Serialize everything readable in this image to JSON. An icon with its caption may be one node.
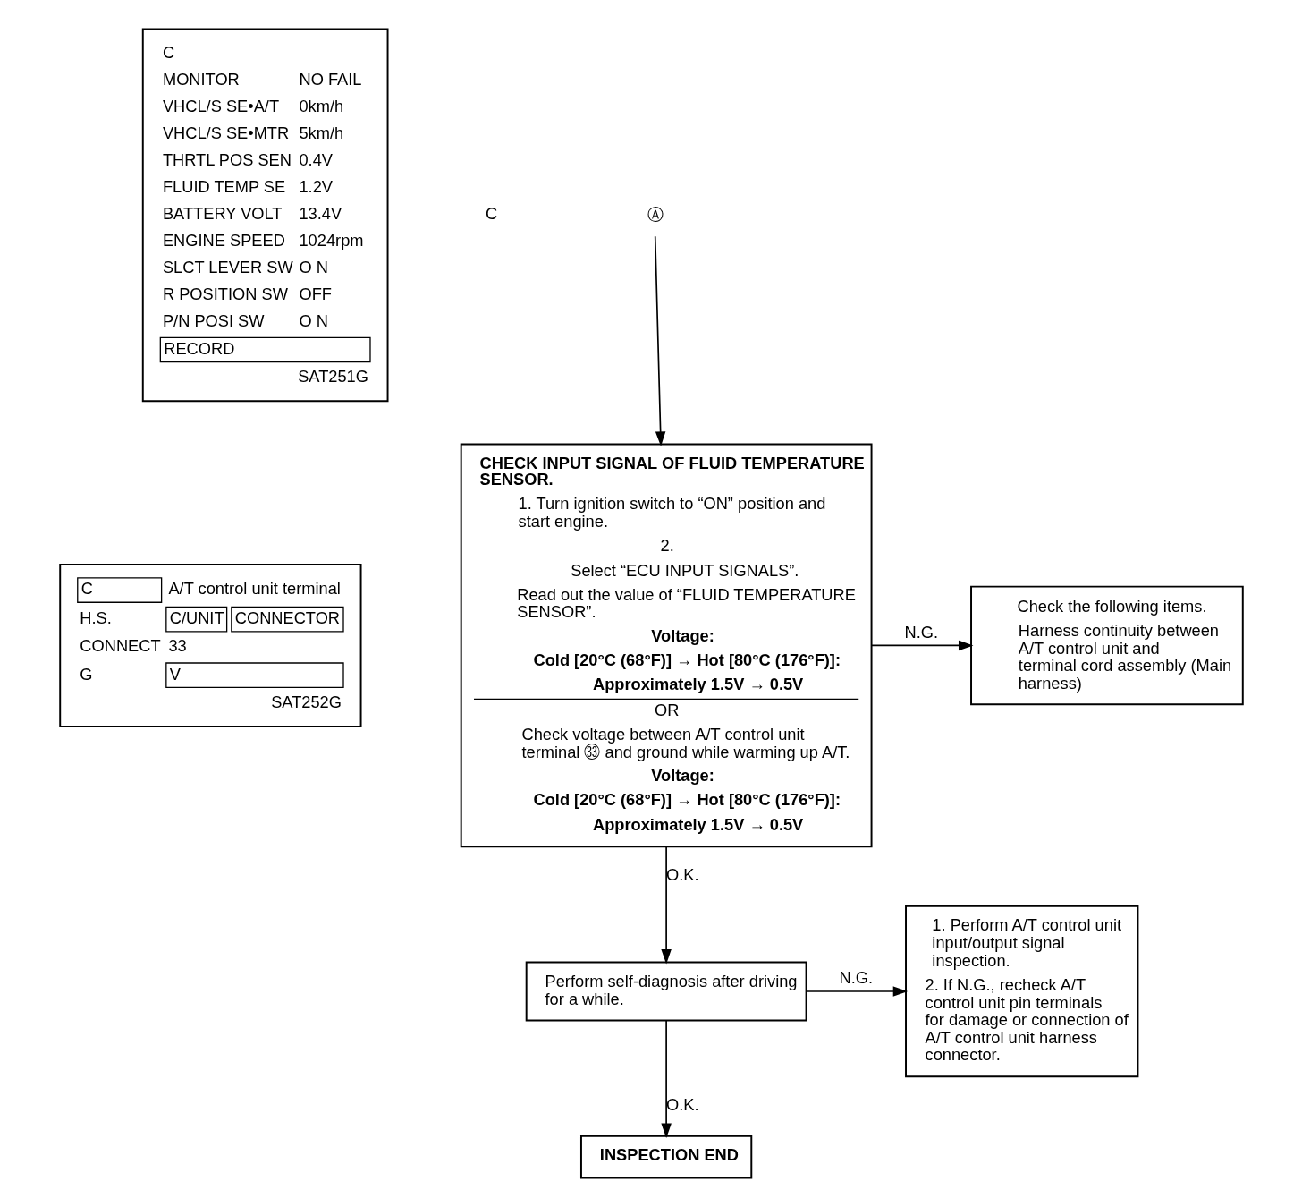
{
  "diagram": {
    "nodes": [
      {
        "text": [
          "Ⓐ"
        ]
      },
      {
        "text": [
          "CHECK INPUT SIGNAL OF FLUID TEMPERATURE SENSOR.",
          "1. Turn ignition switch to “ON” position and start engine.",
          "2.",
          "Select “ECU INPUT SIGNALS”.",
          "Read out the value of “FLUID TEMPERATURE SENSOR”.",
          "Voltage:",
          "Cold [20°C (68°F)] → Hot [80°C (176°F)]:",
          "Approximately 1.5V → 0.5V",
          "OR",
          "Check voltage between A/T control unit terminal ㉝ and ground while warming up A/T.",
          "Voltage:",
          "Cold [20°C (68°F)] → Hot [80°C (176°F)]:",
          "Approximately 1.5V → 0.5V"
        ]
      },
      {
        "text": [
          "Check the following items.",
          "Harness continuity between A/T control unit and terminal cord assembly (Main harness)"
        ]
      },
      {
        "text": [
          "Perform self-diagnosis after driving for a while."
        ]
      },
      {
        "text": [
          "1. Perform A/T control unit input/output signal inspection.",
          "2. If N.G., recheck A/T control unit pin terminals for damage or connection of A/T control unit harness connector."
        ]
      },
      {
        "text": [
          "INSPECTION END"
        ]
      },
      {
        "text": [
          "C",
          "MONITOR",
          "NO FAIL",
          "VHCL/S SE•A/T",
          "0km/h",
          "VHCL/S SE•MTR",
          "5km/h",
          "THRTL POS SEN",
          "0.4V",
          "FLUID TEMP SE",
          "1.2V",
          "BATTERY VOLT",
          "13.4V",
          "ENGINE SPEED",
          "1024rpm",
          "SLCT LEVER SW",
          "O N",
          "R POSITION SW",
          "OFF",
          "P/N POSI SW",
          "O N",
          "RECORD",
          "SAT251G"
        ]
      },
      {
        "text": [
          "C",
          "A/T control unit terminal",
          "H.S.",
          "C/UNIT",
          "CONNECTOR",
          "CONNECT",
          "33",
          "G",
          "V",
          "SAT252G"
        ]
      }
    ],
    "edges": [
      {
        "from": 0,
        "to": 1,
        "arrow": "to"
      },
      {
        "from": 1,
        "to": 2,
        "arrow": "to",
        "label": "N.G."
      },
      {
        "from": 1,
        "to": 3,
        "arrow": "to",
        "label": "O.K."
      },
      {
        "from": 3,
        "to": 4,
        "arrow": "to",
        "label": "N.G."
      },
      {
        "from": 3,
        "to": 5,
        "arrow": "to",
        "label": "O.K."
      }
    ],
    "labels": [
      "C"
    ]
  }
}
